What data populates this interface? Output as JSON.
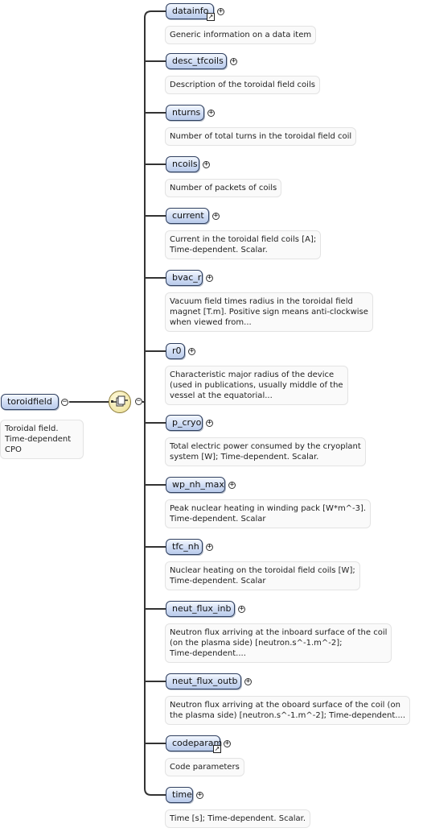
{
  "root": {
    "label": "toroidfield",
    "doc_lines": [
      "Toroidal field.",
      "Time-dependent",
      "CPO"
    ]
  },
  "children": [
    {
      "label": "datainfo",
      "ref": true,
      "doc_lines": [
        "Generic information on a data item"
      ]
    },
    {
      "label": "desc_tfcoils",
      "doc_lines": [
        "Description of the toroidal field coils"
      ]
    },
    {
      "label": "nturns",
      "doc_lines": [
        "Number of total turns in the toroidal field coil"
      ]
    },
    {
      "label": "ncoils",
      "doc_lines": [
        "Number of packets of coils"
      ]
    },
    {
      "label": "current",
      "doc_lines": [
        "Current in the toroidal field coils [A];",
        "Time-dependent. Scalar."
      ]
    },
    {
      "label": "bvac_r",
      "doc_lines": [
        "Vacuum field times radius in the toroidal field",
        "magnet [T.m]. Positive sign means anti-clockwise",
        "when viewed from..."
      ]
    },
    {
      "label": "r0",
      "doc_lines": [
        "Characteristic major radius of the device",
        "(used in publications, usually middle of the",
        "vessel at the equatorial..."
      ]
    },
    {
      "label": "p_cryo",
      "doc_lines": [
        "Total electric power consumed by the cryoplant",
        "system [W]; Time-dependent. Scalar."
      ]
    },
    {
      "label": "wp_nh_max",
      "doc_lines": [
        "Peak nuclear heating in winding pack [W*m^-3].",
        "Time-dependent. Scalar"
      ]
    },
    {
      "label": "tfc_nh",
      "doc_lines": [
        "Nuclear heating on the toroidal field coils [W];",
        "Time-dependent. Scalar"
      ]
    },
    {
      "label": "neut_flux_inb",
      "doc_lines": [
        "Neutron flux arriving at the inboard surface of the coil",
        "(on the plasma side) [neutron.s^-1.m^-2];",
        "Time-dependent...."
      ]
    },
    {
      "label": "neut_flux_outb",
      "doc_lines": [
        "Neutron flux arriving at the oboard surface of the coil (on",
        "the plasma side) [neutron.s^-1.m^-2]; Time-dependent...."
      ]
    },
    {
      "label": "codeparam",
      "ref": true,
      "doc_lines": [
        "Code parameters"
      ]
    },
    {
      "label": "time",
      "doc_lines": [
        "Time [s]; Time-dependent. Scalar."
      ]
    }
  ]
}
